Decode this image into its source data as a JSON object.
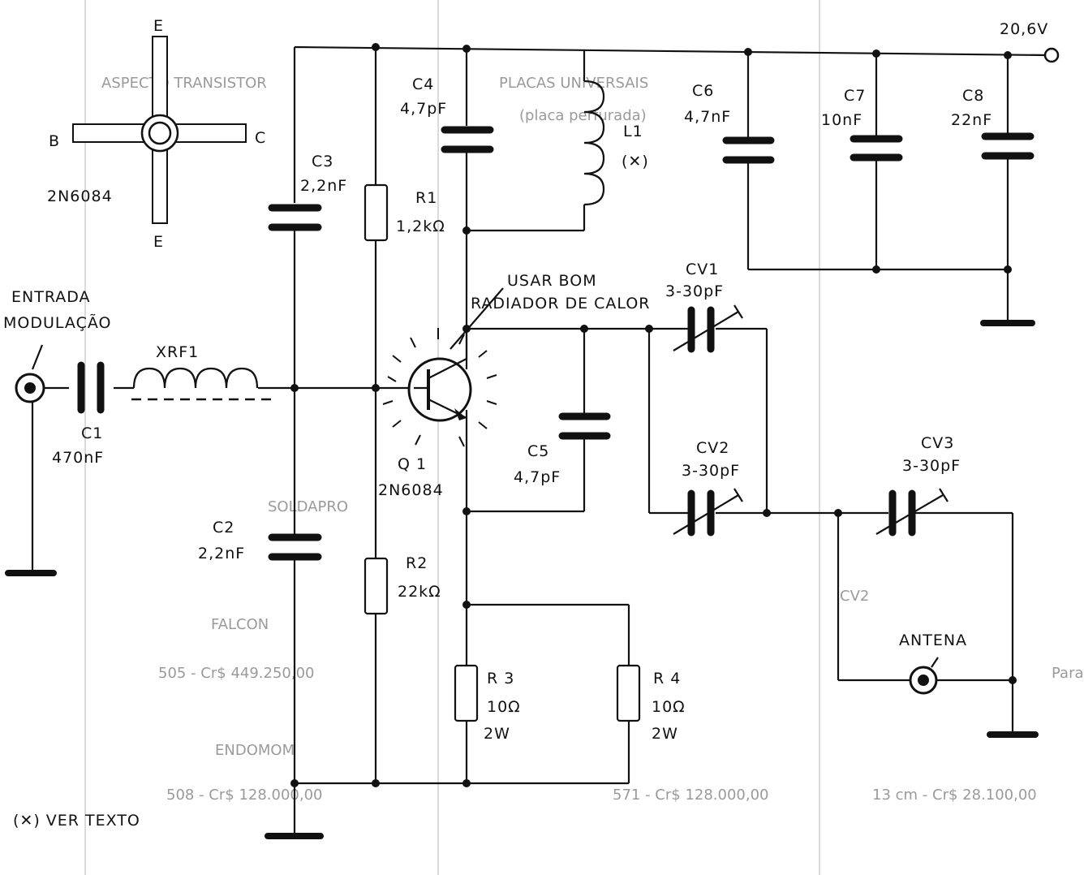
{
  "components": {
    "c1": {
      "name": "C1",
      "value": "470nF"
    },
    "c2": {
      "name": "C2",
      "value": "2,2nF"
    },
    "c3": {
      "name": "C3",
      "value": "2,2nF"
    },
    "c4": {
      "name": "C4",
      "value": "4,7pF"
    },
    "c5": {
      "name": "C5",
      "value": "4,7pF"
    },
    "c6": {
      "name": "C6",
      "value": "4,7nF"
    },
    "c7": {
      "name": "C7",
      "value": "10nF"
    },
    "c8": {
      "name": "C8",
      "value": "22nF"
    },
    "r1": {
      "name": "R1",
      "value": "1,2kΩ"
    },
    "r2": {
      "name": "R2",
      "value": "22kΩ"
    },
    "r3": {
      "name": "R 3",
      "value": "10Ω",
      "power": "2W"
    },
    "r4": {
      "name": "R 4",
      "value": "10Ω",
      "power": "2W"
    },
    "l1": {
      "name": "L1",
      "note": "(✕)"
    },
    "xrf1": {
      "name": "XRF1"
    },
    "q1": {
      "name": "Q 1",
      "part": "2N6084"
    },
    "cv1": {
      "name": "CV1",
      "value": "3-30pF"
    },
    "cv2": {
      "name": "CV2",
      "value": "3-30pF"
    },
    "cv3": {
      "name": "CV3",
      "value": "3-30pF"
    }
  },
  "labels": {
    "supply": "20,6V",
    "input_line1": "ENTRADA",
    "input_line2": "MODULAÇÃO",
    "antenna": "ANTENA",
    "heatsink_line1": "USAR BOM",
    "heatsink_line2": "RADIADOR DE CALOR",
    "footnote": "(✕) VER TEXTO"
  },
  "pinout": {
    "pin_top": "E",
    "pin_bottom": "E",
    "pin_left": "B",
    "pin_right": "C",
    "part": "2N6084"
  },
  "background_text": [
    "PLACAS UNIVERSAIS",
    "(placa perfurada)",
    "CV2",
    "SOLDAPRO",
    "FALCON",
    "505 - Cr$ 449.250,00",
    "ENDOMOM",
    "508 - Cr$ 128.000,00",
    "571 - Cr$ 128.000,00",
    "13 cm - Cr$ 28.100,00",
    "ASPECTO TRANSISTOR",
    "Para"
  ]
}
